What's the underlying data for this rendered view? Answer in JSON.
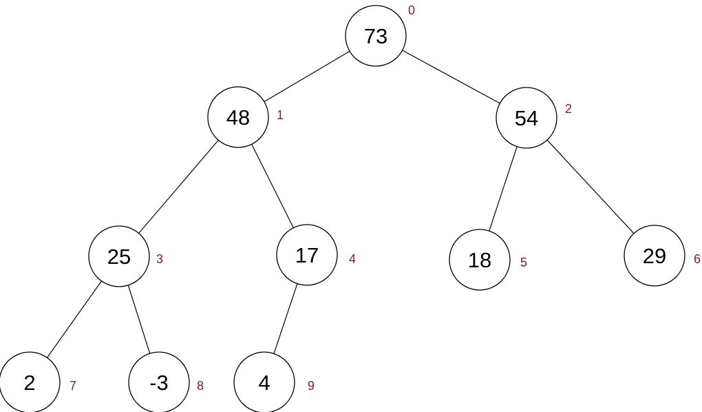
{
  "tree": {
    "nodes": [
      {
        "value": "73",
        "index": "0"
      },
      {
        "value": "48",
        "index": "1"
      },
      {
        "value": "54",
        "index": "2"
      },
      {
        "value": "25",
        "index": "3"
      },
      {
        "value": "17",
        "index": "4"
      },
      {
        "value": "18",
        "index": "5"
      },
      {
        "value": "29",
        "index": "6"
      },
      {
        "value": "2",
        "index": "7"
      },
      {
        "value": "-3",
        "index": "8"
      },
      {
        "value": "4",
        "index": "9"
      }
    ],
    "edges": [
      [
        0,
        1
      ],
      [
        0,
        2
      ],
      [
        1,
        3
      ],
      [
        1,
        4
      ],
      [
        2,
        5
      ],
      [
        2,
        6
      ],
      [
        3,
        7
      ],
      [
        3,
        8
      ],
      [
        4,
        9
      ]
    ],
    "colors": {
      "node_stroke": "#000000",
      "node_fill": "#ffffff",
      "index_text": "#8b1a1a",
      "edge": "#000000"
    }
  }
}
